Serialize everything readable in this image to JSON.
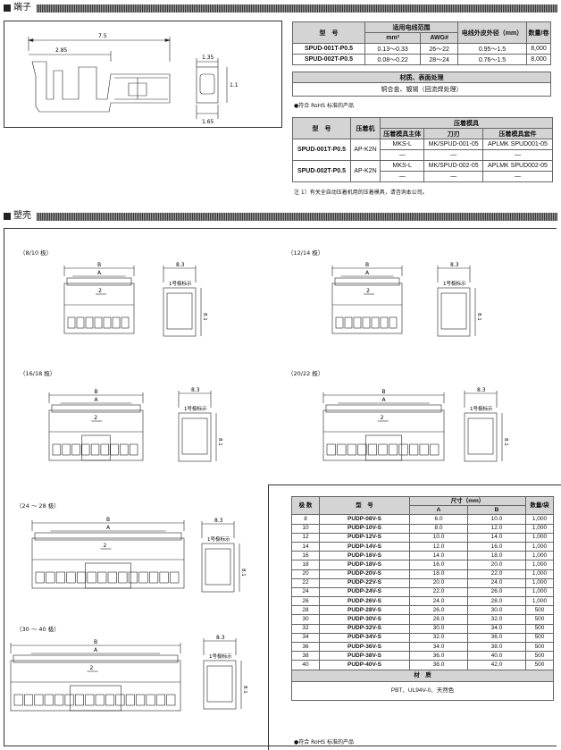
{
  "sections": {
    "terminal_title": "端子",
    "housing_title": "塑壳"
  },
  "terminal_drawing": {
    "dim_length": "7.5",
    "dim_inner": "2.85",
    "dim_width_top": "1.35",
    "dim_width_bottom": "1.65",
    "dim_side": "1.1"
  },
  "terminal_table": {
    "h_model": "型　号",
    "h_range": "适用电线范围",
    "h_mm2": "mm²",
    "h_awg": "AWG#",
    "h_outer": "电线外皮外径（mm）",
    "h_qty": "数量/卷",
    "rows": [
      {
        "model": "SPUD-001T-P0.5",
        "mm2": "0.13～0.33",
        "awg": "26～22",
        "outer": "0.95～1.5",
        "qty": "8,000"
      },
      {
        "model": "SPUD-002T-P0.5",
        "mm2": "0.08～0.22",
        "awg": "28～24",
        "outer": "0.76～1.5",
        "qty": "8,000"
      }
    ]
  },
  "material": {
    "title": "材质、表面处理",
    "content": "铜合金、镀锡（回流焊处理）",
    "rohs": "●符合 RoHS 标准的产品"
  },
  "crimp_table": {
    "h_machine": "压着机",
    "h_tool": "压着模具",
    "h_main": "压着模具主体",
    "h_blade": "刀刃",
    "h_kit": "压着模具套件",
    "rows": [
      {
        "model": "SPUD-001T-P0.5",
        "machine": "AP-K2N",
        "main": "MKS-L",
        "blade": "MK/SPUD-001-05",
        "kit": "APLMK SPUD001-05",
        "dash": "—"
      },
      {
        "model": "SPUD-002T-P0.5",
        "machine": "AP-K2N",
        "main": "MKS-L",
        "blade": "MK/SPUD-002-05",
        "kit": "APLMK SPUD002-05",
        "dash": "—"
      }
    ],
    "note": "注 1）有关全自动压着机用的压着模具，请咨询本公司。"
  },
  "housing_views": [
    {
      "label": "（8/10 极）"
    },
    {
      "label": "（12/14 极）"
    },
    {
      "label": "（16/18 极）"
    },
    {
      "label": "（20/22 极）"
    },
    {
      "label": "（24 ～ 28 极）"
    },
    {
      "label": "（30 ～ 40 极）"
    }
  ],
  "housing_dims": {
    "b": "B",
    "a": "A",
    "pitch": "2",
    "depth": "8.3",
    "height": "8.1",
    "pin1": "1号极标示"
  },
  "housing_table": {
    "h_poles": "极 数",
    "h_model": "型　号",
    "h_size": "尺寸（mm）",
    "h_a": "A",
    "h_b": "B",
    "h_qty": "数量/袋",
    "rows": [
      [
        "8",
        "PUDP-08V-S",
        "6.0",
        "10.0",
        "1,000"
      ],
      [
        "10",
        "PUDP-10V-S",
        "8.0",
        "12.0",
        "1,000"
      ],
      [
        "12",
        "PUDP-12V-S",
        "10.0",
        "14.0",
        "1,000"
      ],
      [
        "14",
        "PUDP-14V-S",
        "12.0",
        "16.0",
        "1,000"
      ],
      [
        "16",
        "PUDP-16V-S",
        "14.0",
        "18.0",
        "1,000"
      ],
      [
        "18",
        "PUDP-18V-S",
        "16.0",
        "20.0",
        "1,000"
      ],
      [
        "20",
        "PUDP-20V-S",
        "18.0",
        "22.0",
        "1,000"
      ],
      [
        "22",
        "PUDP-22V-S",
        "20.0",
        "24.0",
        "1,000"
      ],
      [
        "24",
        "PUDP-24V-S",
        "22.0",
        "26.0",
        "1,000"
      ],
      [
        "26",
        "PUDP-26V-S",
        "24.0",
        "28.0",
        "1,000"
      ],
      [
        "28",
        "PUDP-28V-S",
        "26.0",
        "30.0",
        "500"
      ],
      [
        "30",
        "PUDP-30V-S",
        "28.0",
        "32.0",
        "500"
      ],
      [
        "32",
        "PUDP-32V-S",
        "30.0",
        "34.0",
        "500"
      ],
      [
        "34",
        "PUDP-34V-S",
        "32.0",
        "36.0",
        "500"
      ],
      [
        "36",
        "PUDP-36V-S",
        "34.0",
        "38.0",
        "500"
      ],
      [
        "38",
        "PUDP-38V-S",
        "36.0",
        "40.0",
        "500"
      ],
      [
        "40",
        "PUDP-40V-S",
        "38.0",
        "42.0",
        "500"
      ]
    ],
    "material_title": "材　质",
    "material_content": "PBT、UL94V-0、天然色",
    "rohs": "●符合 RoHS 标准的产品"
  }
}
